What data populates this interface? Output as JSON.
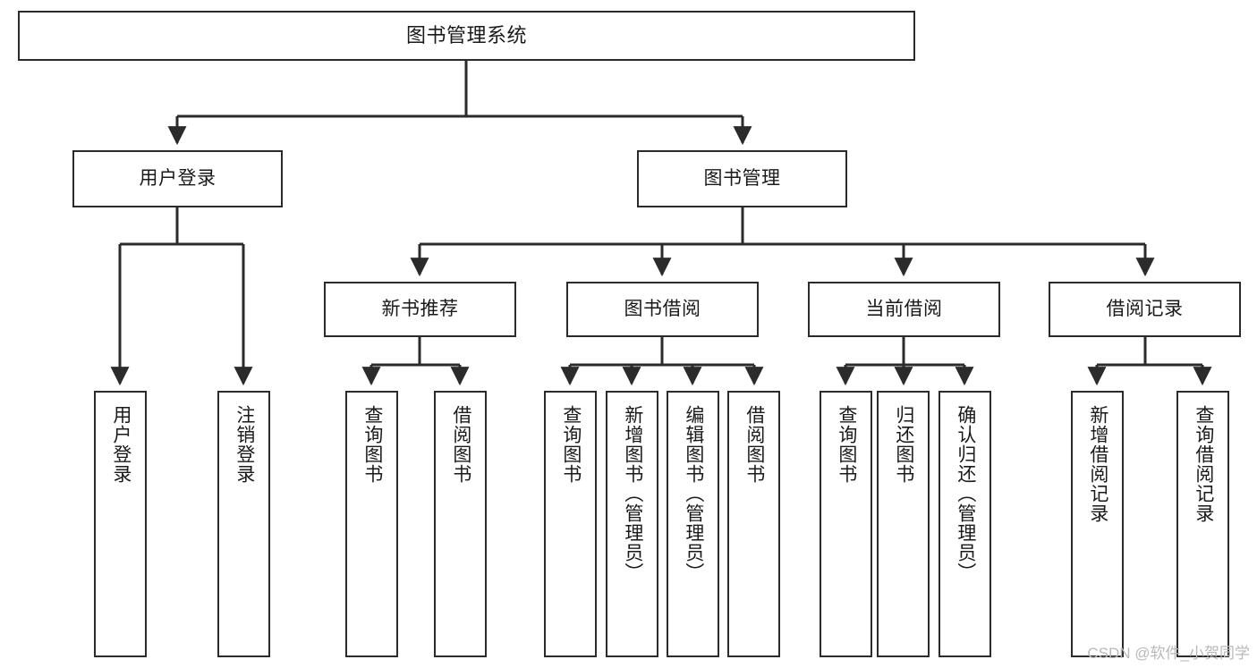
{
  "diagram": {
    "type": "tree",
    "title": "图书管理系统",
    "colors": {
      "box_border": "#2b2b2b",
      "box_fill": "#ffffff",
      "edge": "#2b2b2b",
      "text": "#1a1a1a",
      "watermark": "#b9b9b9"
    },
    "root": {
      "label": "图书管理系统"
    },
    "level2": [
      {
        "label": "用户登录"
      },
      {
        "label": "图书管理"
      }
    ],
    "level3": [
      {
        "label": "新书推荐"
      },
      {
        "label": "图书借阅"
      },
      {
        "label": "当前借阅"
      },
      {
        "label": "借阅记录"
      }
    ],
    "leaves": {
      "user_login": [
        {
          "label": "用户登录"
        },
        {
          "label": "注销登录"
        }
      ],
      "new_book": [
        {
          "label": "查询图书"
        },
        {
          "label": "借阅图书"
        }
      ],
      "book_borrow": [
        {
          "label": "查询图书"
        },
        {
          "label": "新增图书（管理员）"
        },
        {
          "label": "编辑图书（管理员）"
        },
        {
          "label": "借阅图书"
        }
      ],
      "current_borrow": [
        {
          "label": "查询图书"
        },
        {
          "label": "归还图书"
        },
        {
          "label": "确认归还（管理员）"
        }
      ],
      "borrow_record": [
        {
          "label": "新增借阅记录"
        },
        {
          "label": "查询借阅记录"
        }
      ]
    }
  },
  "watermark": {
    "text": "CSDN @软件_小贺同学"
  }
}
